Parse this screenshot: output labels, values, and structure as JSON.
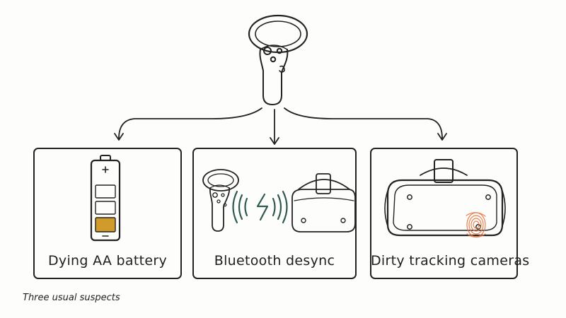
{
  "caption": "Three usual suspects",
  "suspects": [
    {
      "label": "Dying AA battery",
      "icon": "aa-battery-icon"
    },
    {
      "label": "Bluetooth desync",
      "icon": "bluetooth-desync-icon"
    },
    {
      "label": "Dirty tracking cameras",
      "icon": "headset-cameras-icon"
    }
  ],
  "colors": {
    "ink": "#222222",
    "battery_charge": "#d19b2b",
    "signal": "#2f5a52",
    "smudge": "#e8743e"
  }
}
